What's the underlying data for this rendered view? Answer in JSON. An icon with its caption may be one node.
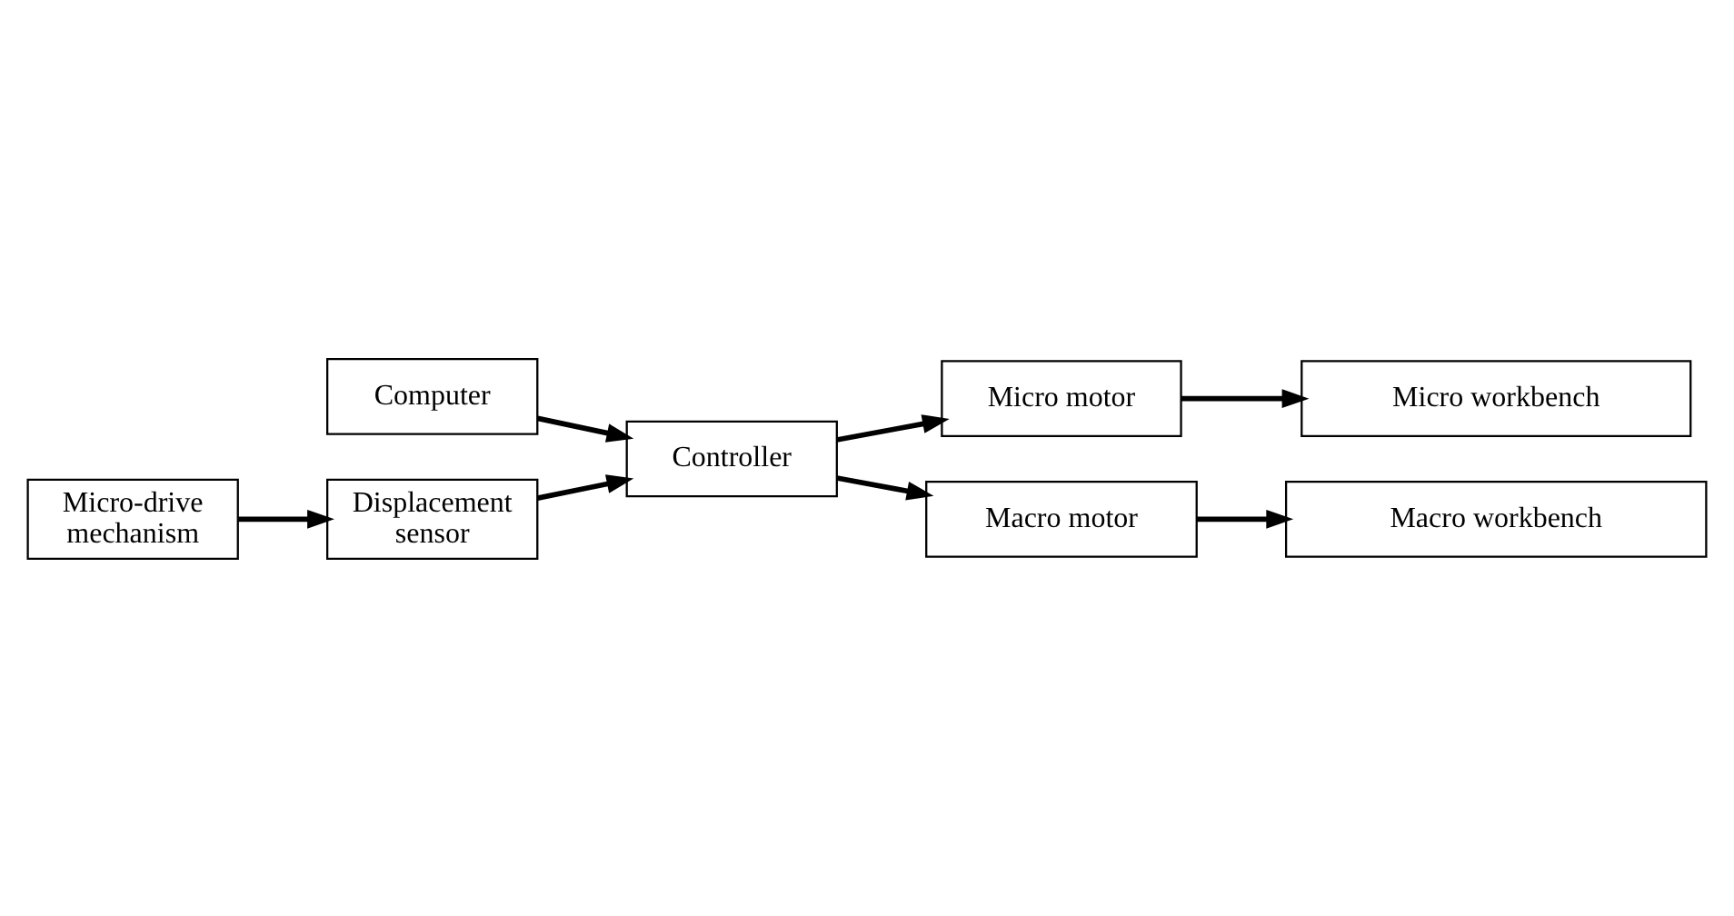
{
  "diagram": {
    "nodes": [
      {
        "text": [
          "Displacement sensor"
        ]
      },
      {
        "text": [
          "Micro-drive mechanism"
        ]
      },
      {
        "text": [
          "Micro workbench"
        ]
      },
      {
        "text": [
          "Micro motor"
        ]
      },
      {
        "text": [
          "Macro workbench"
        ]
      },
      {
        "text": [
          "Macro motor"
        ]
      },
      {
        "text": [
          "Controller"
        ]
      },
      {
        "text": [
          "Computer"
        ]
      }
    ],
    "edges": [
      {
        "from": 1,
        "to": 0,
        "arrow": "to"
      },
      {
        "from": 3,
        "to": 2,
        "arrow": "to"
      },
      {
        "from": 5,
        "to": 4,
        "arrow": "to"
      },
      {
        "from": 0,
        "to": 6,
        "arrow": "to"
      },
      {
        "from": 6,
        "to": 5,
        "arrow": "to"
      },
      {
        "from": 6,
        "to": 3,
        "arrow": "to"
      },
      {
        "from": 7,
        "to": 6,
        "arrow": "to"
      }
    ]
  }
}
